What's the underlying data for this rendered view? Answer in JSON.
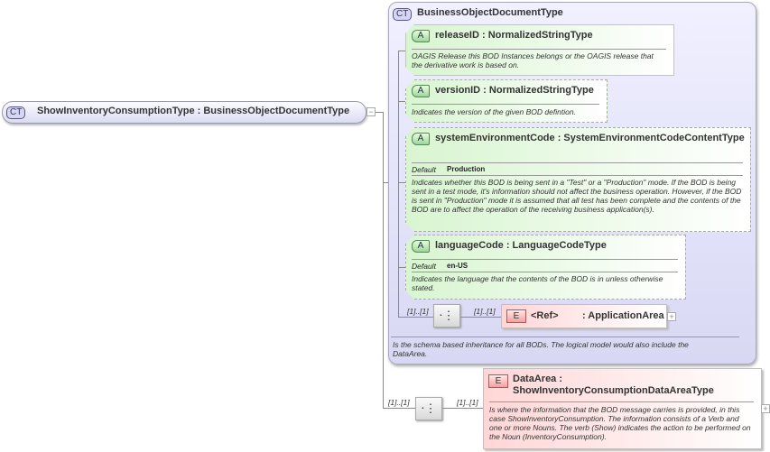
{
  "root": {
    "badge": "CT",
    "name": "ShowInventoryConsumptionType : BusinessObjectDocumentType",
    "toggle": "−"
  },
  "base": {
    "badge": "CT",
    "name": "BusinessObjectDocumentType",
    "description": "Is the schema based inheritance for all BODs. The logical model would also include the DataArea.",
    "attributes": [
      {
        "badge": "A",
        "name": "releaseID : NormalizedStringType",
        "description": "OAGIS Release this BOD Instances belongs or the OAGIS release that the derivative work is based on."
      },
      {
        "badge": "A",
        "name": "versionID : NormalizedStringType",
        "description": "Indicates the version of the given BOD defintion."
      },
      {
        "badge": "A",
        "name": "systemEnvironmentCode : SystemEnvironmentCodeContentType",
        "default_label": "Default",
        "default_value": "Production",
        "description": "Indicates whether this BOD is being sent in a \"Test\" or a \"Production\" mode. If the BOD is being sent in a test mode, it's information should not affect the business operation. However, if the BOD is sent in \"Production\" mode it is assumed that all test has been complete and the contents of the BOD are to affect the operation of the receiving business application(s)."
      },
      {
        "badge": "A",
        "name": "languageCode : LanguageCodeType",
        "default_label": "Default",
        "default_value": "en-US",
        "description": "Indicates the language that the contents of the BOD is in unless otherwise stated."
      }
    ],
    "sequence": {
      "card_in": "[1]..[1]",
      "card_out": "[1]..[1]"
    },
    "application_area": {
      "badge": "E",
      "ref": "<Ref>",
      "type": ": ApplicationArea",
      "toggle": "+"
    }
  },
  "data_area": {
    "card_in": "[1]..[1]",
    "card_out": "[1]..[1]",
    "badge": "E",
    "name": "DataArea : ShowInventoryConsumptionDataAreaType",
    "description": "Is where the information that the BOD message carries is provided, in this case ShowInventoryConsumption. The information consists of a Verb and one or more Nouns. The verb (Show) indicates the action to be performed on the Noun (InventoryConsumption).",
    "toggle": "+"
  },
  "icons": {
    "sequence": "sequence-compositor-icon",
    "expand": "plus-icon",
    "collapse": "minus-icon"
  }
}
